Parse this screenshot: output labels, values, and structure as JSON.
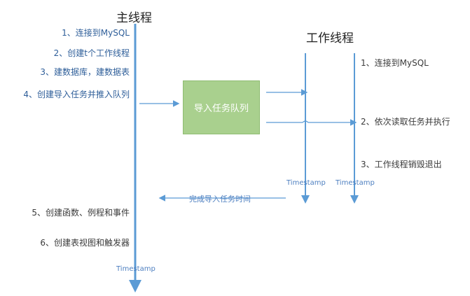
{
  "main_thread": {
    "title": "主线程",
    "steps": [
      "1、连接到MySQL",
      "2、创建t个工作线程",
      "3、建数据库，建数据表",
      "4、创建导入任务并推入队列",
      "5、创建函数、例程和事件",
      "6、创建表视图和触发器"
    ],
    "timestamp": "Timestamp"
  },
  "worker_threads": {
    "title": "工作线程",
    "steps": [
      "1、连接到MySQL",
      "2、依次读取任务并执行",
      "3、工作线程销毁退出"
    ],
    "timestamps": [
      "Timestamp",
      "Timestamp"
    ]
  },
  "queue": {
    "label": "导入任务队列",
    "color": "#a9d08e"
  },
  "completion_note": "完成导入任务时间",
  "colors": {
    "line": "#5b9bd5",
    "main_text": "#2e5e99",
    "timestamp_text": "#4d7fc0"
  }
}
